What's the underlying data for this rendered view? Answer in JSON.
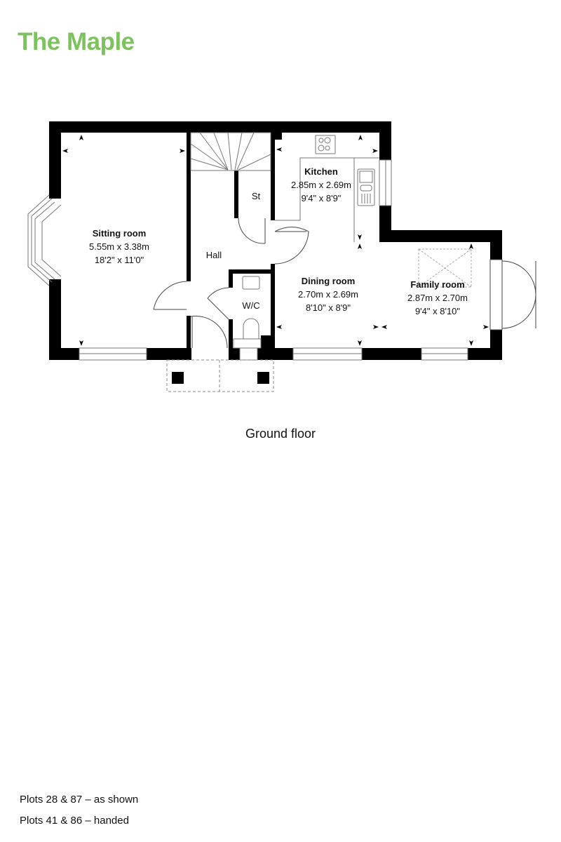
{
  "header": {
    "title": "The Maple",
    "title_color": "#7cc35e"
  },
  "floor_plan": {
    "caption": "Ground floor",
    "rooms": {
      "sitting_room": {
        "name": "Sitting room",
        "metric": "5.55m x 3.38m",
        "imperial": "18'2\" x 11'0\""
      },
      "kitchen": {
        "name": "Kitchen",
        "metric": "2.85m x 2.69m",
        "imperial": "9'4\" x 8'9\""
      },
      "dining_room": {
        "name": "Dining room",
        "metric": "2.70m x 2.69m",
        "imperial": "8'10\" x 8'9\""
      },
      "family_room": {
        "name": "Family room",
        "metric": "2.87m x 2.70m",
        "imperial": "9'4\" x 8'10\""
      },
      "hall": {
        "name": "Hall"
      },
      "store": {
        "name": "St"
      },
      "wc": {
        "name": "W/C"
      }
    },
    "wall_color": "#000000"
  },
  "notes": [
    "Plots 28 & 87 – as shown",
    "Plots 41 & 86 – handed"
  ]
}
